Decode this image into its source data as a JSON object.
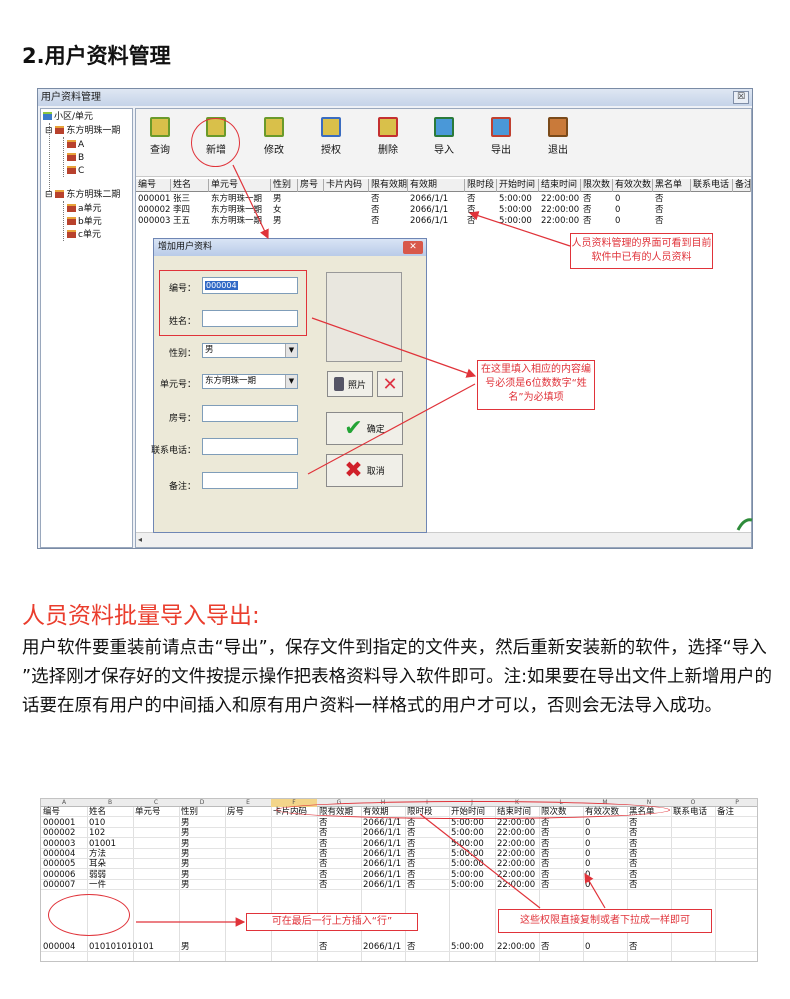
{
  "heading": "2.用户资料管理",
  "window": {
    "title": "用户资料管理",
    "close": "☒",
    "tree": {
      "root": "小区/单元",
      "n1": "东方明珠一期",
      "n1a": "A",
      "n1b": "B",
      "n1c": "C",
      "n2": "东方明珠二期",
      "n2a": "a单元",
      "n2b": "b单元",
      "n2c": "c单元"
    },
    "toolbar": [
      "查询",
      "新增",
      "修改",
      "授权",
      "删除",
      "导入",
      "导出",
      "退出"
    ],
    "columns": [
      "编号",
      "姓名",
      "单元号",
      "性别",
      "房号",
      "卡片内码",
      "限有效期",
      "有效期",
      "限时段",
      "开始时间",
      "结束时间",
      "限次数",
      "有效次数",
      "黑名单",
      "联系电话",
      "备注"
    ],
    "rows": [
      [
        "000001",
        "张三",
        "东方明珠一期",
        "男",
        "",
        "",
        "否",
        "2066/1/1",
        "否",
        "5:00:00",
        "22:00:00",
        "否",
        "0",
        "否"
      ],
      [
        "000002",
        "李四",
        "东方明珠一期",
        "女",
        "",
        "",
        "否",
        "2066/1/1",
        "否",
        "5:00:00",
        "22:00:00",
        "否",
        "0",
        "否"
      ],
      [
        "000003",
        "王五",
        "东方明珠一期",
        "男",
        "",
        "",
        "否",
        "2066/1/1",
        "否",
        "5:00:00",
        "22:00:00",
        "否",
        "0",
        "否"
      ]
    ],
    "scroll_arrow": "◂"
  },
  "callout1": "人员资料管理的界面可看到目前软件中已有的人员资料",
  "dialog": {
    "title": "增加用户资料",
    "close": "✕",
    "id_label": "编号：",
    "id_value": "000004",
    "name_label": "姓名：",
    "gender_label": "性别：",
    "gender_value": "男",
    "unit_label": "单元号：",
    "unit_value": "东方明珠一期",
    "room_label": "房号：",
    "phone_label": "联系电话：",
    "note_label": "备注：",
    "photo_btn": "照片",
    "ok_btn": "确定",
    "cancel_btn": "取消",
    "dd": "▼"
  },
  "callout2": "在这里填入相应的内容编号必须是6位数数字“姓名”为必填项",
  "section2": {
    "title": "人员资料批量导入导出:",
    "paragraph": "用户软件要重装前请点击“导出”，保存文件到指定的文件夹，然后重新安装新的软件，选择“导入 ”选择刚才保存好的文件按提示操作把表格资料导入软件即可。注:如果要在导出文件上新增用户的话要在原有用户的中间插入和原有用户资料一样格式的用户才可以，否则会无法导入成功。"
  },
  "sheet": {
    "col_letters": [
      "A",
      "B",
      "C",
      "D",
      "E",
      "F",
      "G",
      "H",
      "I",
      "J",
      "K",
      "L",
      "M",
      "N",
      "O",
      "P"
    ],
    "header": [
      "编号",
      "姓名",
      "单元号",
      "性别",
      "房号",
      "卡片内码",
      "限有效期",
      "有效期",
      "限时段",
      "开始时间",
      "结束时间",
      "限次数",
      "有效次数",
      "黑名单",
      "联系电话",
      "备注"
    ],
    "rows": [
      [
        "000001",
        "010",
        "",
        "男",
        "",
        "",
        "否",
        "2066/1/1",
        "否",
        "5:00:00",
        "22:00:00",
        "否",
        "0",
        "否"
      ],
      [
        "000002",
        "102",
        "",
        "男",
        "",
        "",
        "否",
        "2066/1/1",
        "否",
        "5:00:00",
        "22:00:00",
        "否",
        "0",
        "否"
      ],
      [
        "000003",
        "01001",
        "",
        "男",
        "",
        "",
        "否",
        "2066/1/1",
        "否",
        "5:00:00",
        "22:00:00",
        "否",
        "0",
        "否"
      ],
      [
        "000004",
        "方法",
        "",
        "男",
        "",
        "",
        "否",
        "2066/1/1",
        "否",
        "5:00:00",
        "22:00:00",
        "否",
        "0",
        "否"
      ],
      [
        "000005",
        "耳朵",
        "",
        "男",
        "",
        "",
        "否",
        "2066/1/1",
        "否",
        "5:00:00",
        "22:00:00",
        "否",
        "0",
        "否"
      ],
      [
        "000006",
        "弱弱",
        "",
        "男",
        "",
        "",
        "否",
        "2066/1/1",
        "否",
        "5:00:00",
        "22:00:00",
        "否",
        "0",
        "否"
      ],
      [
        "000007",
        "一件",
        "",
        "男",
        "",
        "",
        "否",
        "2066/1/1",
        "否",
        "5:00:00",
        "22:00:00",
        "否",
        "0",
        "否"
      ]
    ],
    "last_row": [
      "000004",
      "010101010101",
      "",
      "男",
      "",
      "",
      "否",
      "2066/1/1",
      "否",
      "5:00:00",
      "22:00:00",
      "否",
      "0",
      "否"
    ],
    "note1": "可在最后一行上方插入“行”",
    "note2": "这些权限直接复制或者下拉成一样即可"
  },
  "colors": {
    "accent_red": "#e0333a",
    "title_red": "#ea3d2d"
  }
}
